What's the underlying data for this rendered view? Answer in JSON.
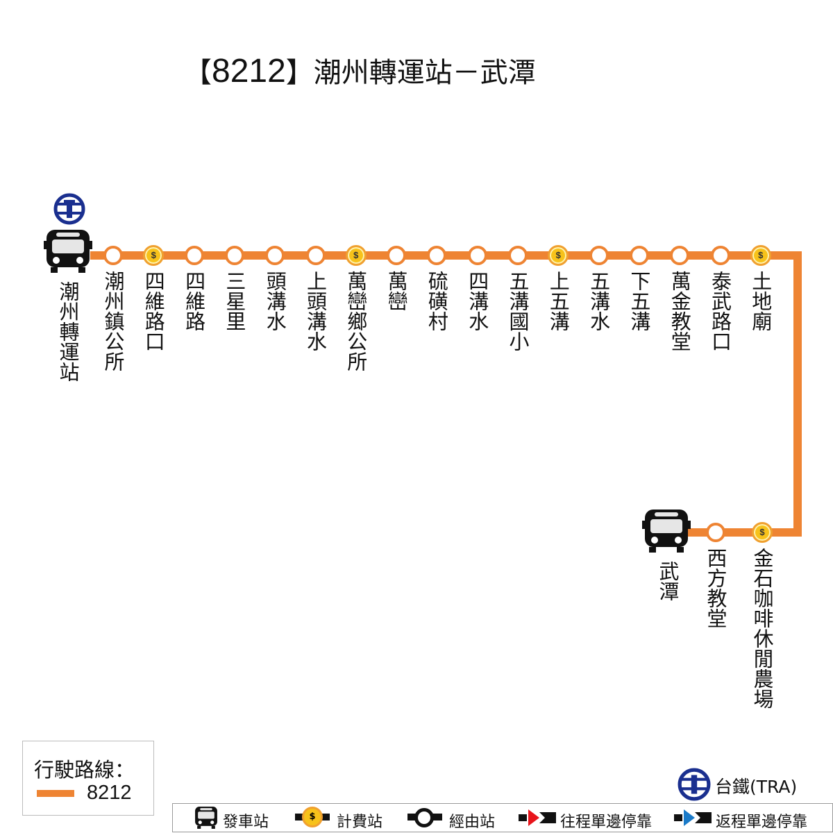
{
  "title": {
    "route": "8212",
    "open": "【",
    "close": "】",
    "name": "潮州轉運站－武潭"
  },
  "colors": {
    "route": "#ee8433",
    "tra": "#1a2f8f"
  },
  "start_terminal": "潮州轉運站",
  "end_terminal": "武潭",
  "top_stops": [
    {
      "name": "潮州鎮公所",
      "fare": false
    },
    {
      "name": "四維路口",
      "fare": true
    },
    {
      "name": "四維路",
      "fare": false
    },
    {
      "name": "三星里",
      "fare": false
    },
    {
      "name": "頭溝水",
      "fare": false
    },
    {
      "name": "上頭溝水",
      "fare": false
    },
    {
      "name": "萬巒鄉公所",
      "fare": true
    },
    {
      "name": "萬巒",
      "fare": false
    },
    {
      "name": "硫磺村",
      "fare": false
    },
    {
      "name": "四溝水",
      "fare": false
    },
    {
      "name": "五溝國小",
      "fare": false
    },
    {
      "name": "上五溝",
      "fare": true
    },
    {
      "name": "五溝水",
      "fare": false
    },
    {
      "name": "下五溝",
      "fare": false
    },
    {
      "name": "萬金教堂",
      "fare": false
    },
    {
      "name": "泰武路口",
      "fare": false
    },
    {
      "name": "土地廟",
      "fare": true
    }
  ],
  "bottom_stops": [
    {
      "name": "金石咖啡休閒農場",
      "fare": true
    },
    {
      "name": "西方教堂",
      "fare": false
    }
  ],
  "fare_symbol": "$",
  "legend": {
    "route_title": "行駛路線：",
    "route_name": "8212",
    "tra": "台鐵(TRA)",
    "terminal": "發車站",
    "fare": "計費站",
    "via": "經由站",
    "outbound": "往程單邊停靠",
    "inbound": "返程單邊停靠"
  }
}
